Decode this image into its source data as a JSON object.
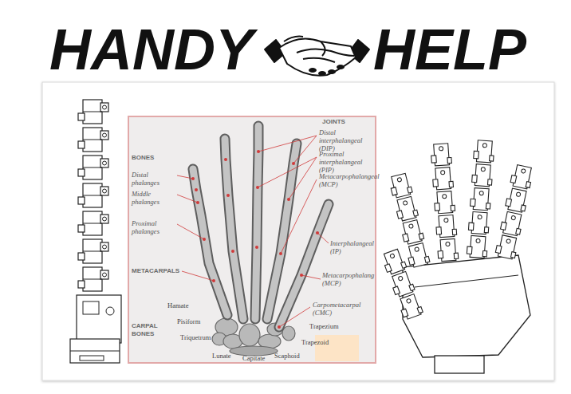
{
  "diagram": {
    "labels": [
      "HANDY",
      "HELP",
      "BONES",
      "Distal phalanges",
      "Middle phalanges",
      "Proximal phalanges",
      "METACARPALS",
      "CARPAL BONES",
      "Hamate",
      "Pisiform",
      "Triquetrum",
      "Lunate",
      "Capitate",
      "Scaphoid",
      "Trapezoid",
      "Trapezium",
      "JOINTS",
      "Distal interphalangeal (DIP)",
      "Proximal interphalangeal (PIP)",
      "Metacarpophalangeal (MCP)",
      "Interphalangeal (IP)",
      "Metacarpophalang (MCP)",
      "Carpometacarpal (CMC)"
    ]
  }
}
